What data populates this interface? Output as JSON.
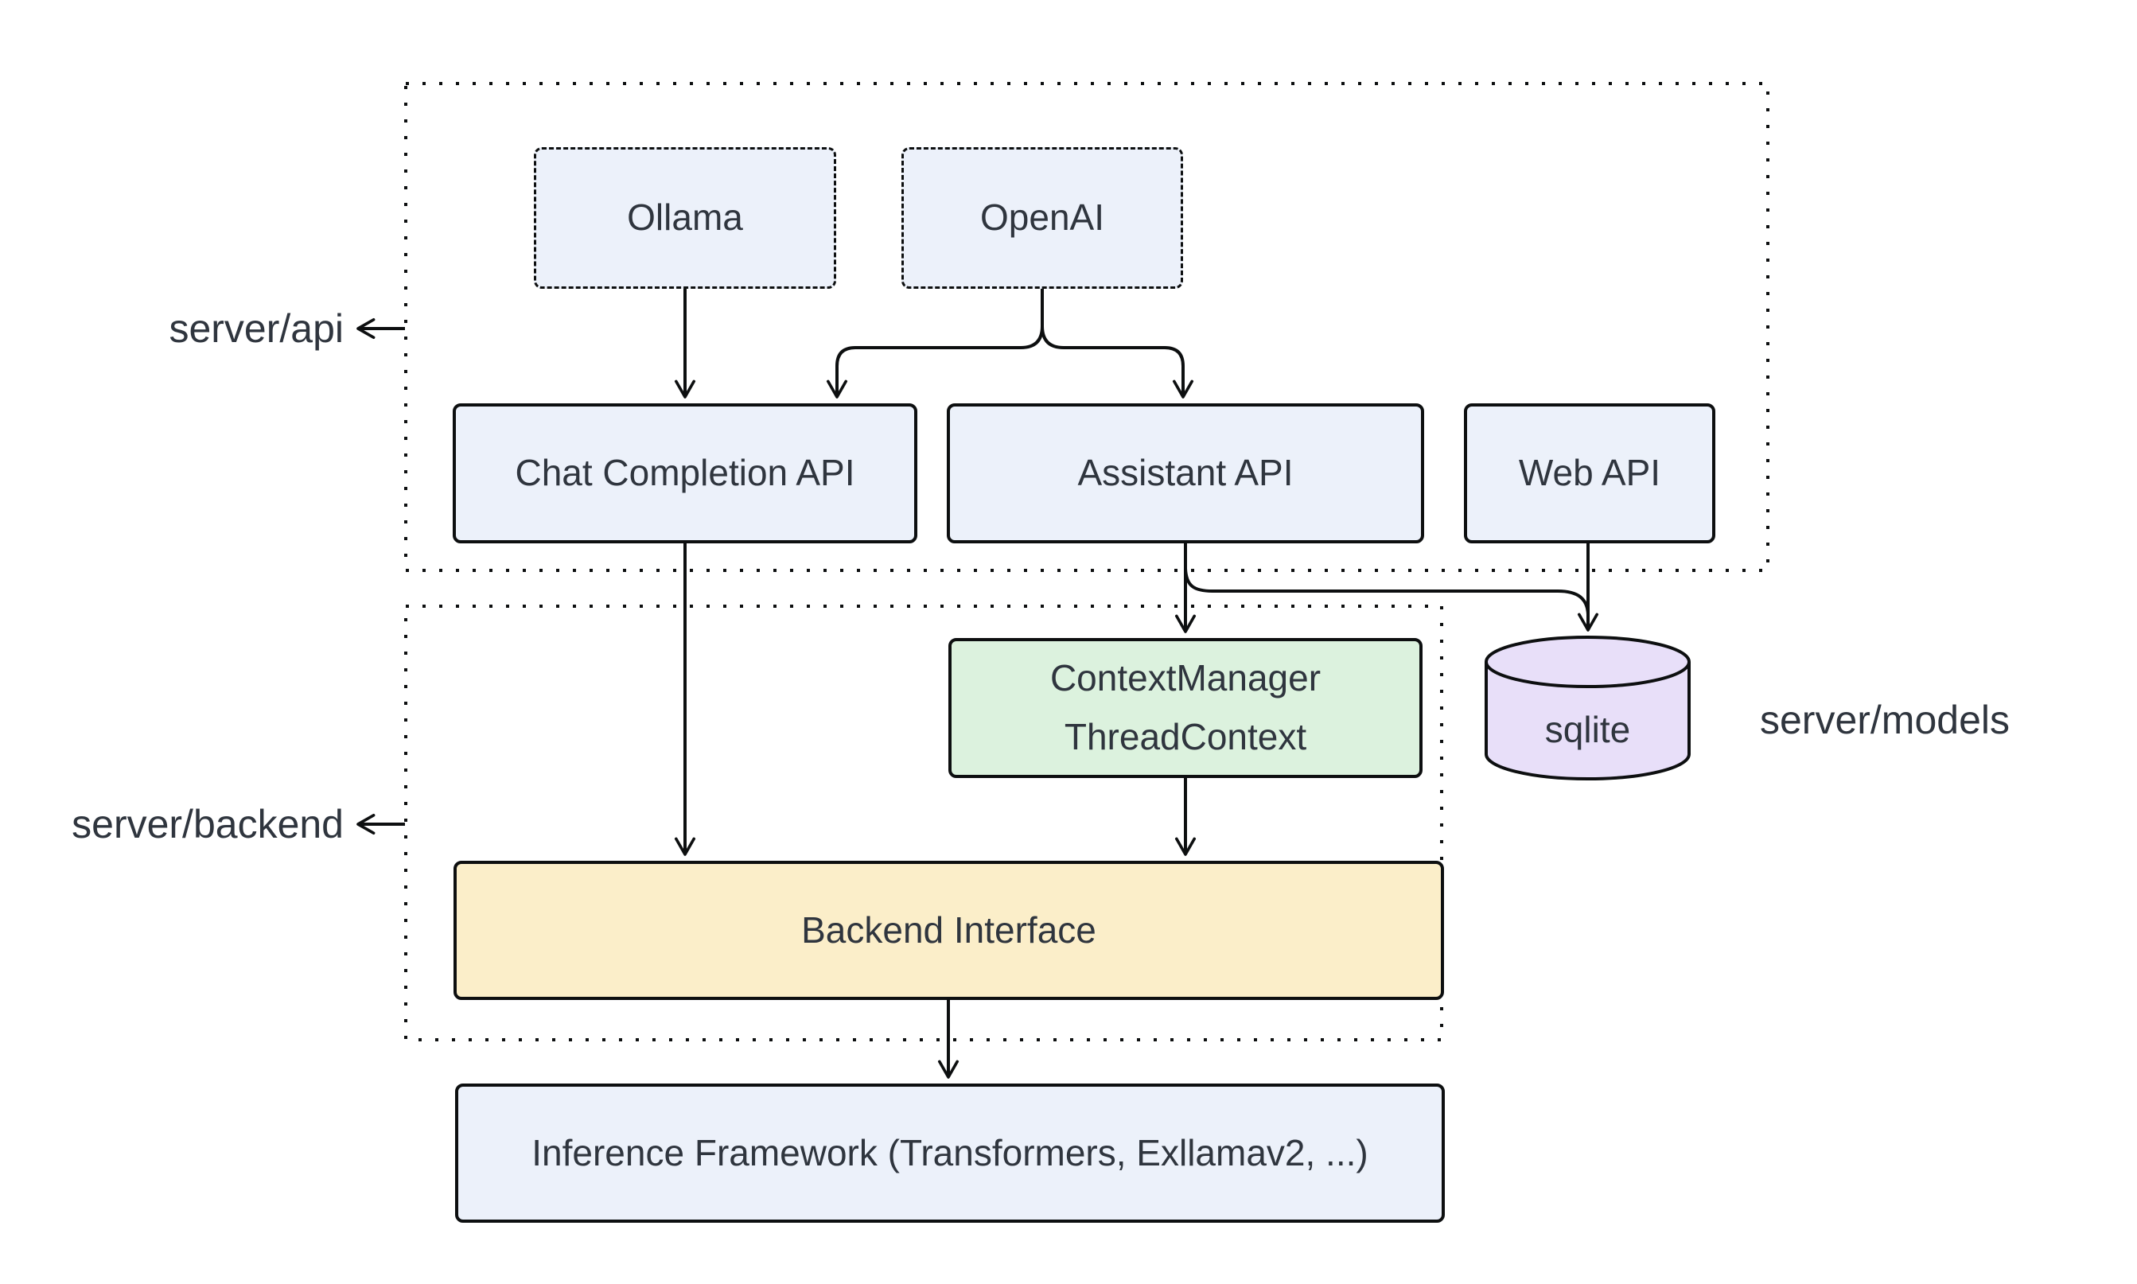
{
  "diagram": {
    "containers": {
      "api": {
        "label": "server/api"
      },
      "backend": {
        "label": "server/backend"
      }
    },
    "nodes": {
      "ollama": {
        "label": "Ollama"
      },
      "openai": {
        "label": "OpenAI"
      },
      "chat_completion": {
        "label": "Chat Completion API"
      },
      "assistant": {
        "label": "Assistant API"
      },
      "web": {
        "label": "Web API"
      },
      "context_manager": {
        "label_lines": [
          "ContextManager",
          "ThreadContext"
        ]
      },
      "backend_interface": {
        "label": "Backend Interface"
      },
      "inference": {
        "label": "Inference Framework (Transformers, Exllamav2, ...)"
      },
      "sqlite": {
        "label": "sqlite"
      }
    },
    "side_labels": {
      "models": "server/models"
    },
    "edges": [
      {
        "from": "ollama",
        "to": "chat_completion"
      },
      {
        "from": "openai",
        "to": "chat_completion"
      },
      {
        "from": "openai",
        "to": "assistant"
      },
      {
        "from": "chat_completion",
        "to": "backend_interface"
      },
      {
        "from": "assistant",
        "to": "context_manager"
      },
      {
        "from": "assistant",
        "to": "sqlite"
      },
      {
        "from": "web",
        "to": "sqlite"
      },
      {
        "from": "context_manager",
        "to": "backend_interface"
      },
      {
        "from": "backend_interface",
        "to": "inference"
      }
    ],
    "colors": {
      "node_blue": "#ECF1FA",
      "node_green": "#DCF2DE",
      "node_yellow": "#FBEEC9",
      "node_purple": "#E8DFF9",
      "stroke": "#0D0F10",
      "text": "#2F353E",
      "background": "#FFFFFF"
    }
  }
}
